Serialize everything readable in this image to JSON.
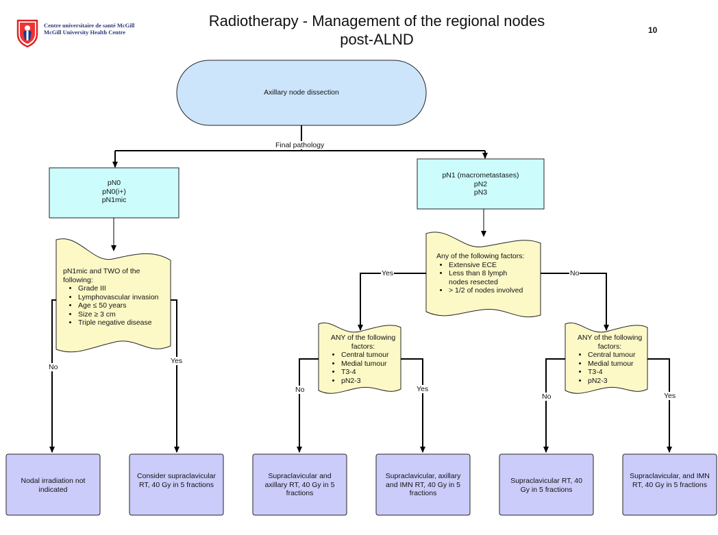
{
  "header": {
    "org_line1": "Centre universitaire de santé McGill",
    "org_line2": "McGill University Health Centre",
    "title_line1": "Radiotherapy - Management of the regional nodes",
    "title_line2": "post-ALND",
    "page_number": "10"
  },
  "nodes": {
    "start": "Axillary node dissection",
    "edge_final": "Final pathology",
    "pn0": {
      "line1": "pN0",
      "line2": "pN0(i+)",
      "line3": "pN1mic"
    },
    "pn1": {
      "line1": "pN1 (macrometastases)",
      "line2": "pN2",
      "line3": "pN3"
    },
    "left_decision": {
      "heading": "pN1mic and TWO of the following:",
      "items": [
        "Grade III",
        "Lymphovascular invasion",
        "Age ≤ 50 years",
        "Size ≥ 3 cm",
        "Triple negative disease"
      ]
    },
    "right_decision": {
      "heading": "Any of the following factors:",
      "items": [
        "Extensive ECE",
        "Less than 8 lymph nodes resected",
        "> 1/2 of nodes involved"
      ]
    },
    "mid_decision_a": {
      "heading": "ANY of the following factors:",
      "items": [
        "Central tumour",
        "Medial tumour",
        "T3-4",
        "pN2-3"
      ]
    },
    "mid_decision_b": {
      "heading": "ANY of the following factors:",
      "items": [
        "Central tumour",
        "Medial tumour",
        "T3-4",
        "pN2-3"
      ]
    },
    "outcomes": [
      "Nodal irradiation not indicated",
      "Consider supraclavicular RT, 40 Gy in 5 fractions",
      "Supraclavicular and axillary RT, 40 Gy in 5 fractions",
      "Supraclavicular, axillary and IMN RT, 40 Gy in 5 fractions",
      "Supraclavicular RT, 40 Gy in 5 fractions",
      "Supraclavicular, and IMN RT, 40 Gy in 5 fractions"
    ]
  },
  "edges": {
    "yes": "Yes",
    "no": "No"
  },
  "colors": {
    "terminal": "#cce5fb",
    "process": "#ccfcfc",
    "decision": "#fcf9c7",
    "outcome": "#ccccfb"
  }
}
